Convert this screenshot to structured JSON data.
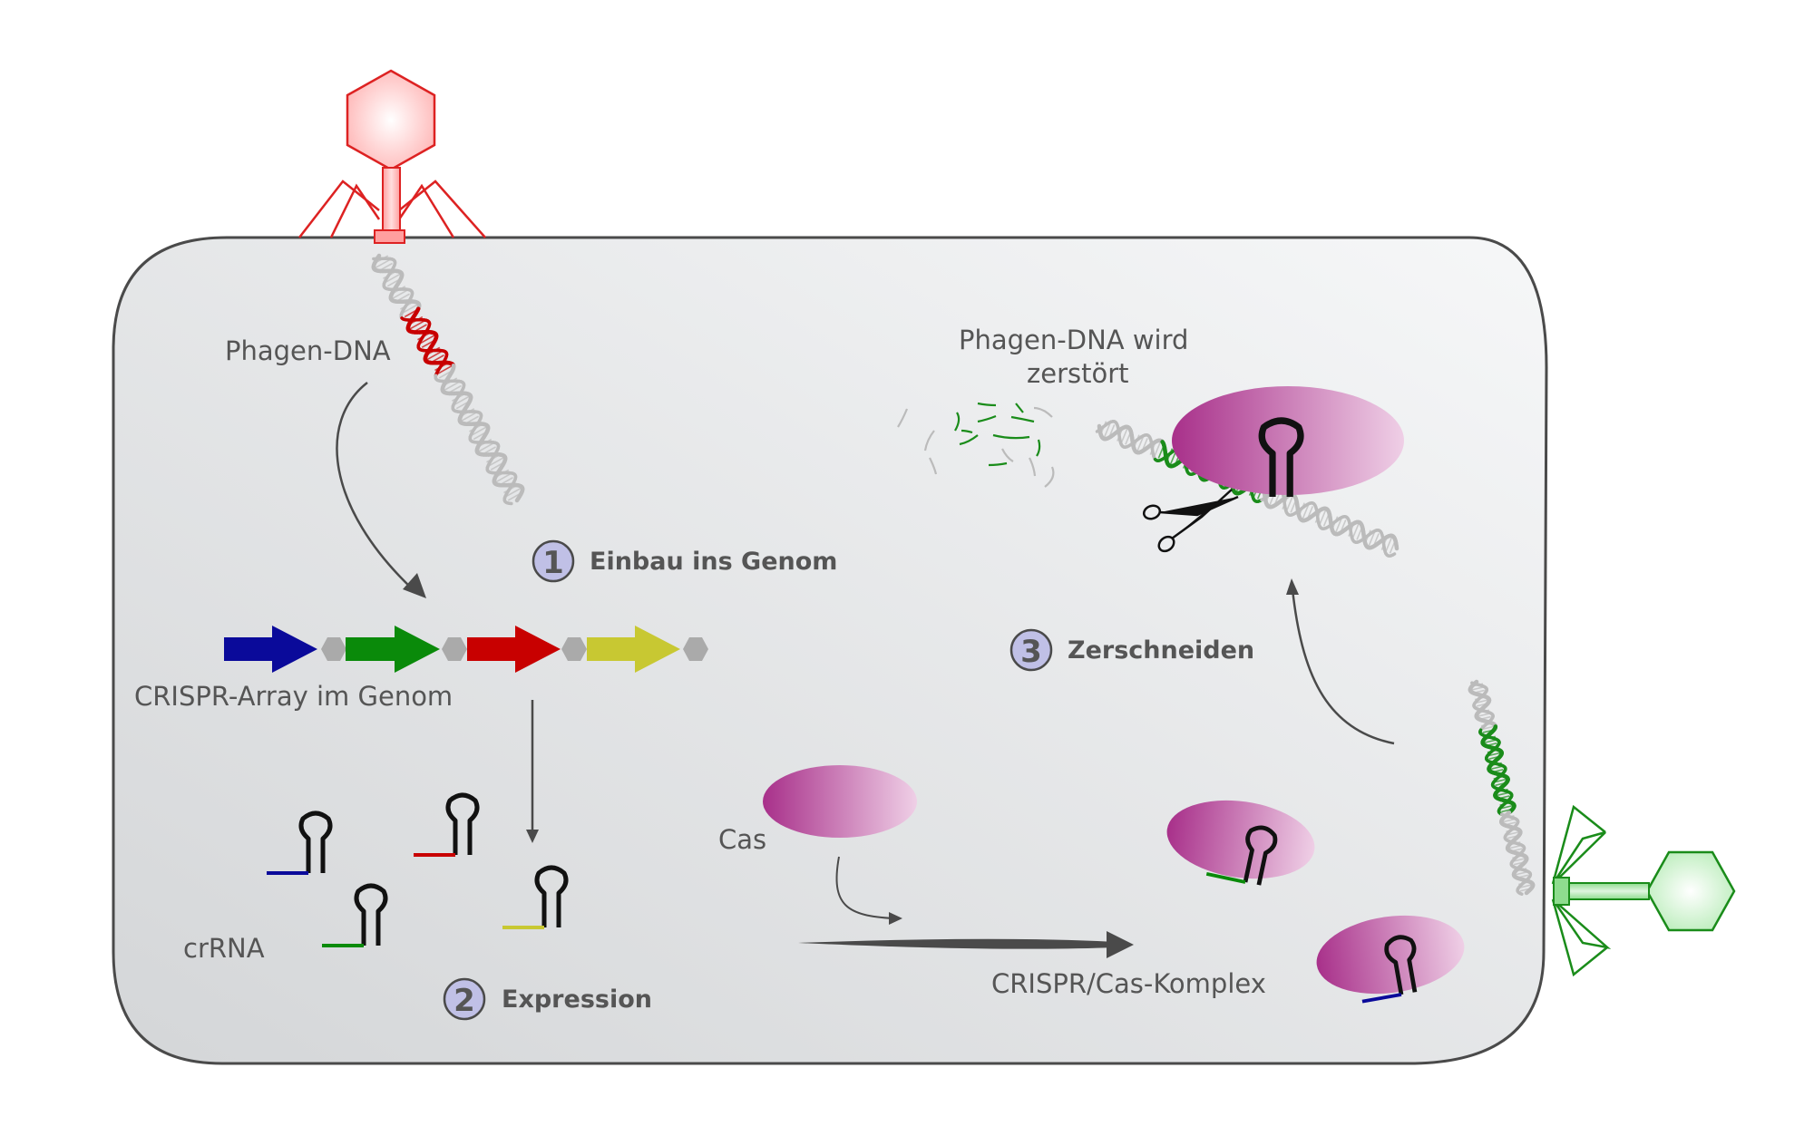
{
  "labels": {
    "phage_dna": "Phagen-DNA",
    "crispr_array": "CRISPR-Array im Genom",
    "crrna": "crRNA",
    "cas": "Cas",
    "complex": "CRISPR/Cas-Komplex",
    "destroyed_line1": "Phagen-DNA wird",
    "destroyed_line2": "zerstört"
  },
  "steps": [
    {
      "number": "1",
      "title": "Einbau ins Genom"
    },
    {
      "number": "2",
      "title": "Expression"
    },
    {
      "number": "3",
      "title": "Zerschneiden"
    }
  ],
  "colors": {
    "cell_stroke": "#4a4a4a",
    "phage_red": "#dd2222",
    "phage_green": "#1a8c1a",
    "spacer_blue": "#0a0a9a",
    "spacer_green": "#0a8a0a",
    "spacer_red": "#c80000",
    "spacer_yellow": "#c8c832",
    "repeat_gray": "#aaaaaa",
    "cas_magenta": "#b03a90",
    "step_circle": "#c0c0e6",
    "text_gray": "#555555"
  },
  "icons": [
    "bacteriophage-red",
    "bacteriophage-green",
    "dna-helix",
    "hairpin-rna",
    "scissors-icon",
    "cas-protein"
  ]
}
